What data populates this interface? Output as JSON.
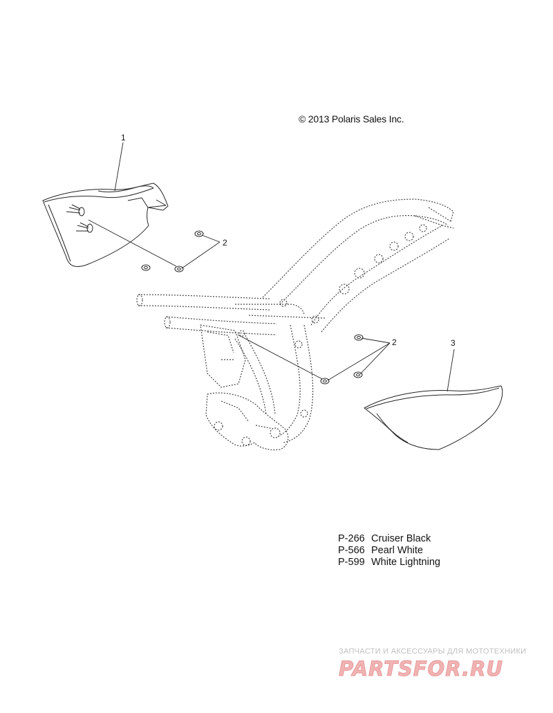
{
  "copyright": "© 2013 Polaris Sales Inc.",
  "callouts": {
    "part1": "1",
    "part2_upper": "2",
    "part2_lower": "2",
    "part3": "3"
  },
  "paint_codes": [
    {
      "code": "P-266",
      "name": "Cruiser Black"
    },
    {
      "code": "P-566",
      "name": "Pearl White"
    },
    {
      "code": "P-599",
      "name": "White Lightning"
    }
  ],
  "watermark": {
    "tagline": "ЗАПЧАСТИ И АКСЕССУАРЫ ДЛЯ МОТОТЕХНИКИ",
    "logo": "PARTSFOR.RU"
  }
}
